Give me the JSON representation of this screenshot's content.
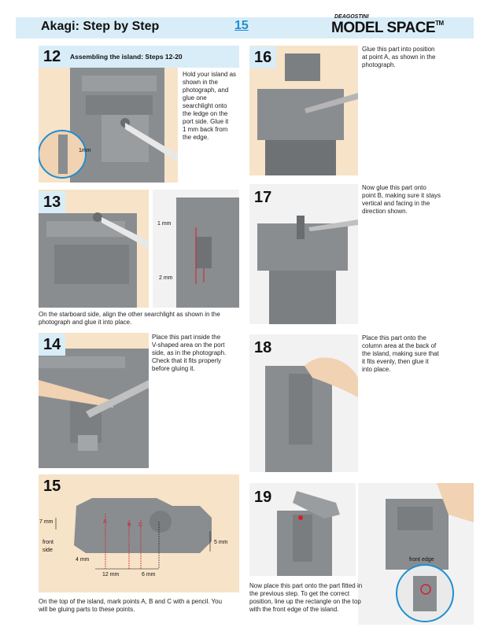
{
  "header": {
    "title": "Akagi: Step by Step",
    "page_number": "15",
    "logo_small": "DEAGOSTINI",
    "logo_main": "MODEL SPACE",
    "logo_tm": "TM"
  },
  "steps": {
    "s12": {
      "number": "12",
      "title": "Assembling the island: Steps 12-20",
      "text": [
        "Hold your island as",
        "shown in the",
        "photograph, and",
        "glue one",
        "searchlight onto",
        "the ledge on the",
        "port side. Glue it",
        "1 mm back from",
        "the edge."
      ],
      "measure": "1mm"
    },
    "s13": {
      "number": "13",
      "text": [
        "On the starboard side, align the other searchlight as shown in the",
        "photograph and glue it into place."
      ],
      "measure_top": "1 mm",
      "measure_bottom": "2 mm"
    },
    "s14": {
      "number": "14",
      "text": [
        "Place this part inside the",
        "V-shaped area on the port",
        "side, as in the photograph.",
        "Check that it fits properly",
        "before gluing it."
      ]
    },
    "s15": {
      "number": "15",
      "text": [
        "On the top of the island, mark points A, B and C with a pencil. You",
        "will be gluing parts to these points."
      ],
      "labels": {
        "m7": "7 mm",
        "front": "front",
        "side": "side",
        "m4": "4 mm",
        "m12": "12 mm",
        "m6": "6 mm",
        "m5": "5 mm",
        "a": "A",
        "b": "B",
        "c": "C"
      }
    },
    "s16": {
      "number": "16",
      "text": [
        "Glue this part into position",
        "at point A, as shown in the",
        "photograph."
      ]
    },
    "s17": {
      "number": "17",
      "text": [
        "Now glue this part onto",
        "point B, making sure it stays",
        "vertical and facing in the",
        "direction shown."
      ]
    },
    "s18": {
      "number": "18",
      "text": [
        "Place this part onto the",
        "column area at the back of",
        "the island, making sure that",
        "it fits evenly, then glue it",
        "into place."
      ]
    },
    "s19": {
      "number": "19",
      "text": [
        "Now place this part onto the part fitted in",
        "the previous step. To get the correct",
        "position, line up the rectangle on the top",
        "with the front edge of the island."
      ],
      "front_edge": "front edge"
    }
  },
  "colors": {
    "accent": "#1e8fd0",
    "panel": "#d9edf9",
    "model_grey": "#8a8d90",
    "photo_bg": "#f7e3c8",
    "photo_bg2": "#f2f2f2",
    "measure_red": "#d2202f"
  }
}
